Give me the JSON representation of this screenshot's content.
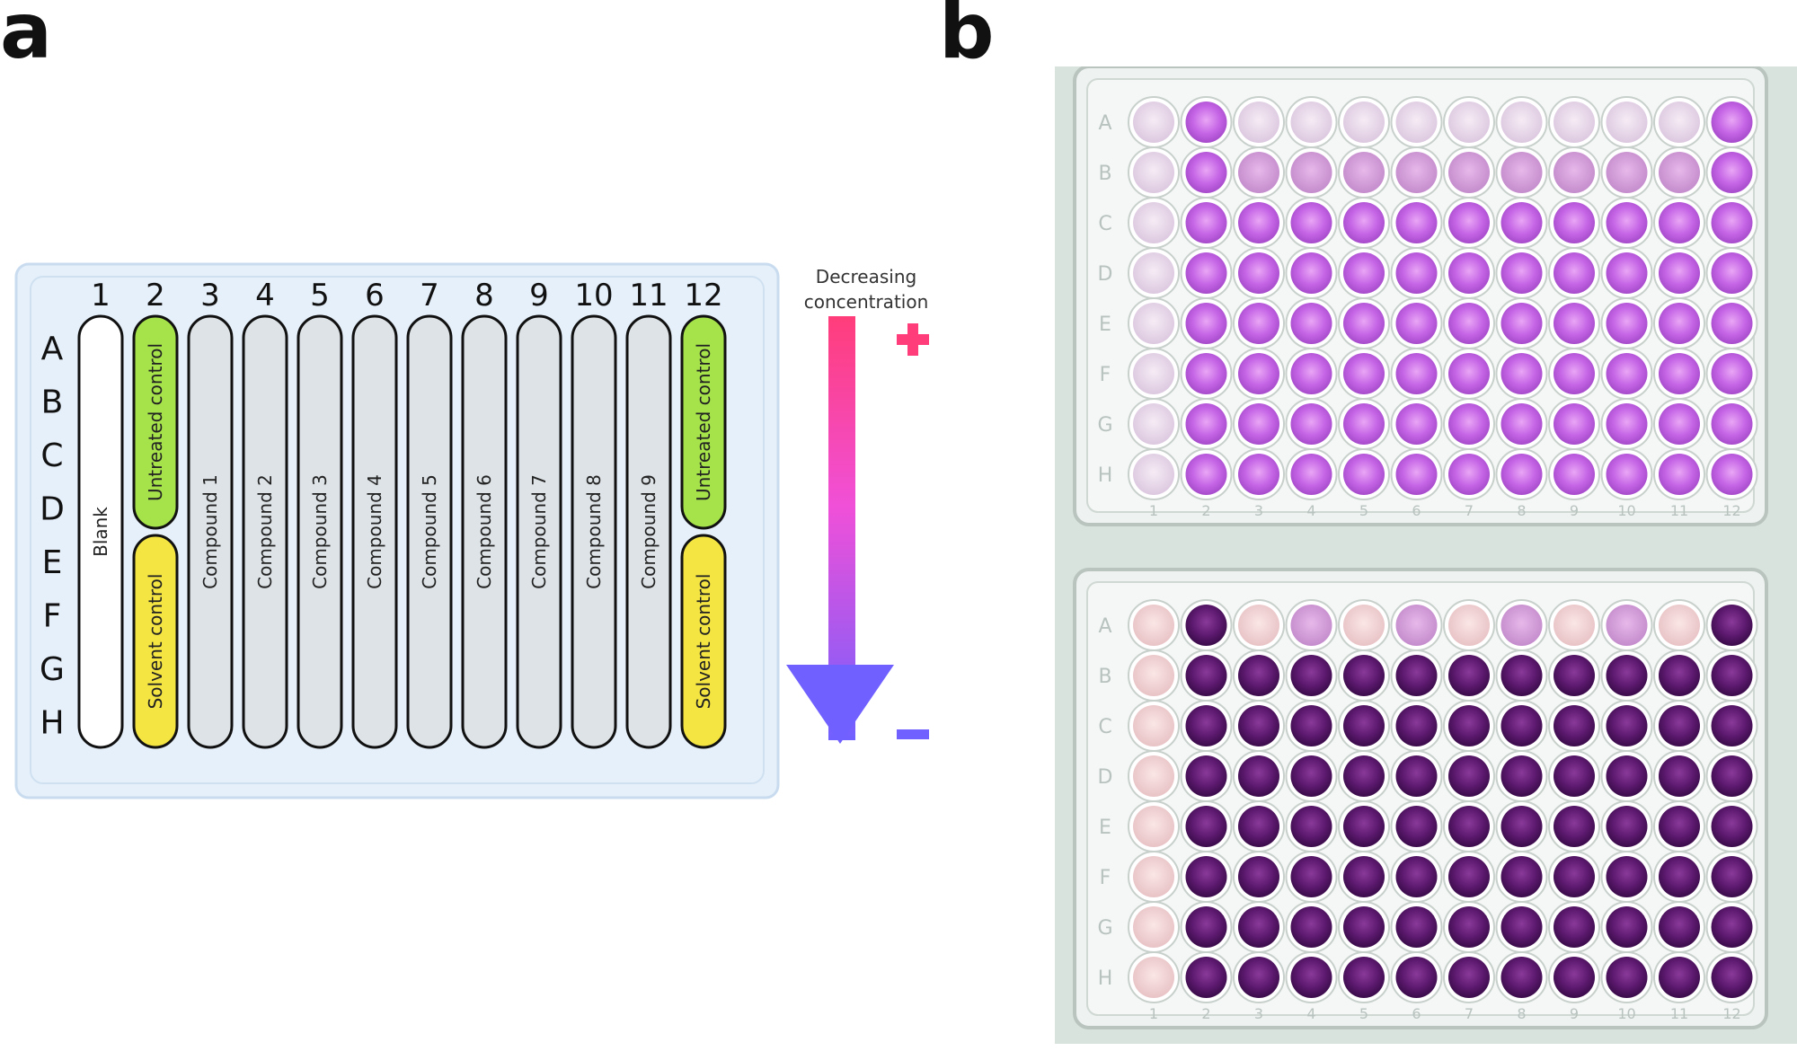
{
  "panels": {
    "a": "a",
    "b": "b"
  },
  "plate_diagram": {
    "column_numbers": [
      "1",
      "2",
      "3",
      "4",
      "5",
      "6",
      "7",
      "8",
      "9",
      "10",
      "11",
      "12"
    ],
    "row_letters": [
      "A",
      "B",
      "C",
      "D",
      "E",
      "F",
      "G",
      "H"
    ],
    "lanes": {
      "blank": "Blank",
      "untreated": "Untreated control",
      "solvent": "Solvent control",
      "compounds": [
        "Compound 1",
        "Compound 2",
        "Compound 3",
        "Compound 4",
        "Compound 5",
        "Compound 6",
        "Compound 7",
        "Compound 8",
        "Compound 9"
      ]
    },
    "colors": {
      "untreated": "#a6e34a",
      "solvent": "#f4e542",
      "compound": "#dde3e6",
      "blank": "#ffffff",
      "plate_bg": "#e6f0fa",
      "gradient_top": "#ff3d7a",
      "gradient_mid": "#f050d8",
      "gradient_bottom": "#7060ff"
    }
  },
  "gradient_legend": {
    "label_line1": "Decreasing",
    "label_line2": "concentration",
    "plus_symbol": "plus-icon",
    "minus_symbol": "minus-icon"
  },
  "photo_plates": {
    "row_letters": [
      "A",
      "B",
      "C",
      "D",
      "E",
      "F",
      "G",
      "H"
    ],
    "column_numbers": [
      "1",
      "2",
      "3",
      "4",
      "5",
      "6",
      "7",
      "8",
      "9",
      "10",
      "11",
      "12"
    ]
  }
}
